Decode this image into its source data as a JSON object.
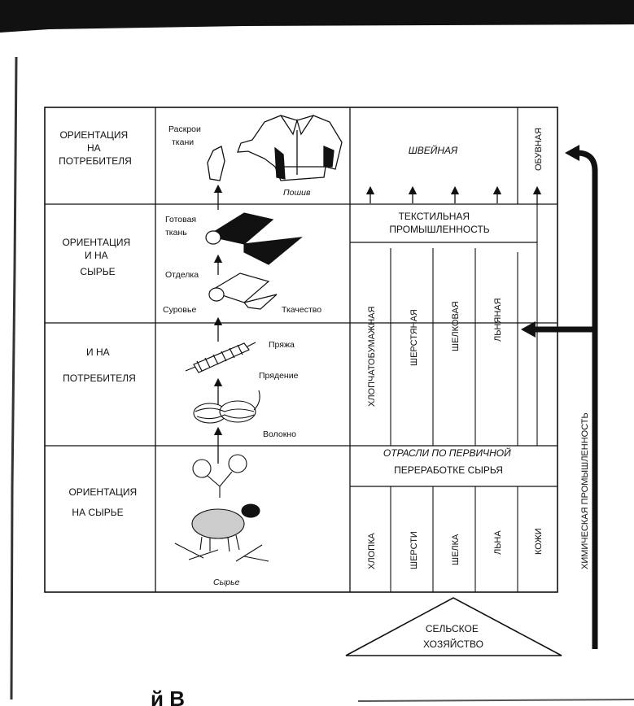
{
  "rows": {
    "r1": [
      "ОРИЕНТАЦИЯ",
      "НА",
      "ПОТРЕБИТЕЛЯ"
    ],
    "r2": [
      "ОРИЕНТАЦИЯ",
      "И НА",
      "СЫРЬЕ"
    ],
    "r3": [
      "И НА",
      "ПОТРЕБИТЕЛЯ"
    ],
    "r4": [
      "ОРИЕНТАЦИЯ",
      "НА СЫРЬЕ"
    ]
  },
  "process": {
    "raskroi": [
      "Раскрои",
      "ткани"
    ],
    "poshiv": "Пошив",
    "gotovaya": [
      "Готовая",
      "ткань"
    ],
    "otdelka": "Отделка",
    "surovye": "Суровье",
    "tkachestvo": "Ткачество",
    "pryazha": "Пряжа",
    "pryadenie": "Прядение",
    "volokno": "Волокно",
    "syrye": "Сырье"
  },
  "headers": {
    "shveinaya": "ШВЕЙНАЯ",
    "obuvnaya": "ОБУВНАЯ",
    "textile": [
      "ТЕКСТИЛЬНАЯ",
      "ПРОМЫШЛЕННОСТЬ"
    ],
    "primary": [
      "ОТРАСЛИ ПО ПЕРВИЧНОЙ",
      "ПЕРЕРАБОТКЕ СЫРЬЯ"
    ]
  },
  "textile_branches": [
    "ХЛОПЧАТОБУМАЖНАЯ",
    "ШЕРСТЯНАЯ",
    "ШЕЛКОВАЯ",
    "ЛЬНЯНАЯ"
  ],
  "primary_branches": [
    "ХЛОПКА",
    "ШЕРСТИ",
    "ШЕЛКА",
    "ЛЬНА",
    "КОЖИ"
  ],
  "chemical": "ХИМИЧЕСКАЯ ПРОМЫШЛЕННОСТЬ",
  "agriculture": [
    "СЕЛЬСКОЕ",
    "ХОЗЯЙСТВО"
  ],
  "footer_fragment": "й В"
}
